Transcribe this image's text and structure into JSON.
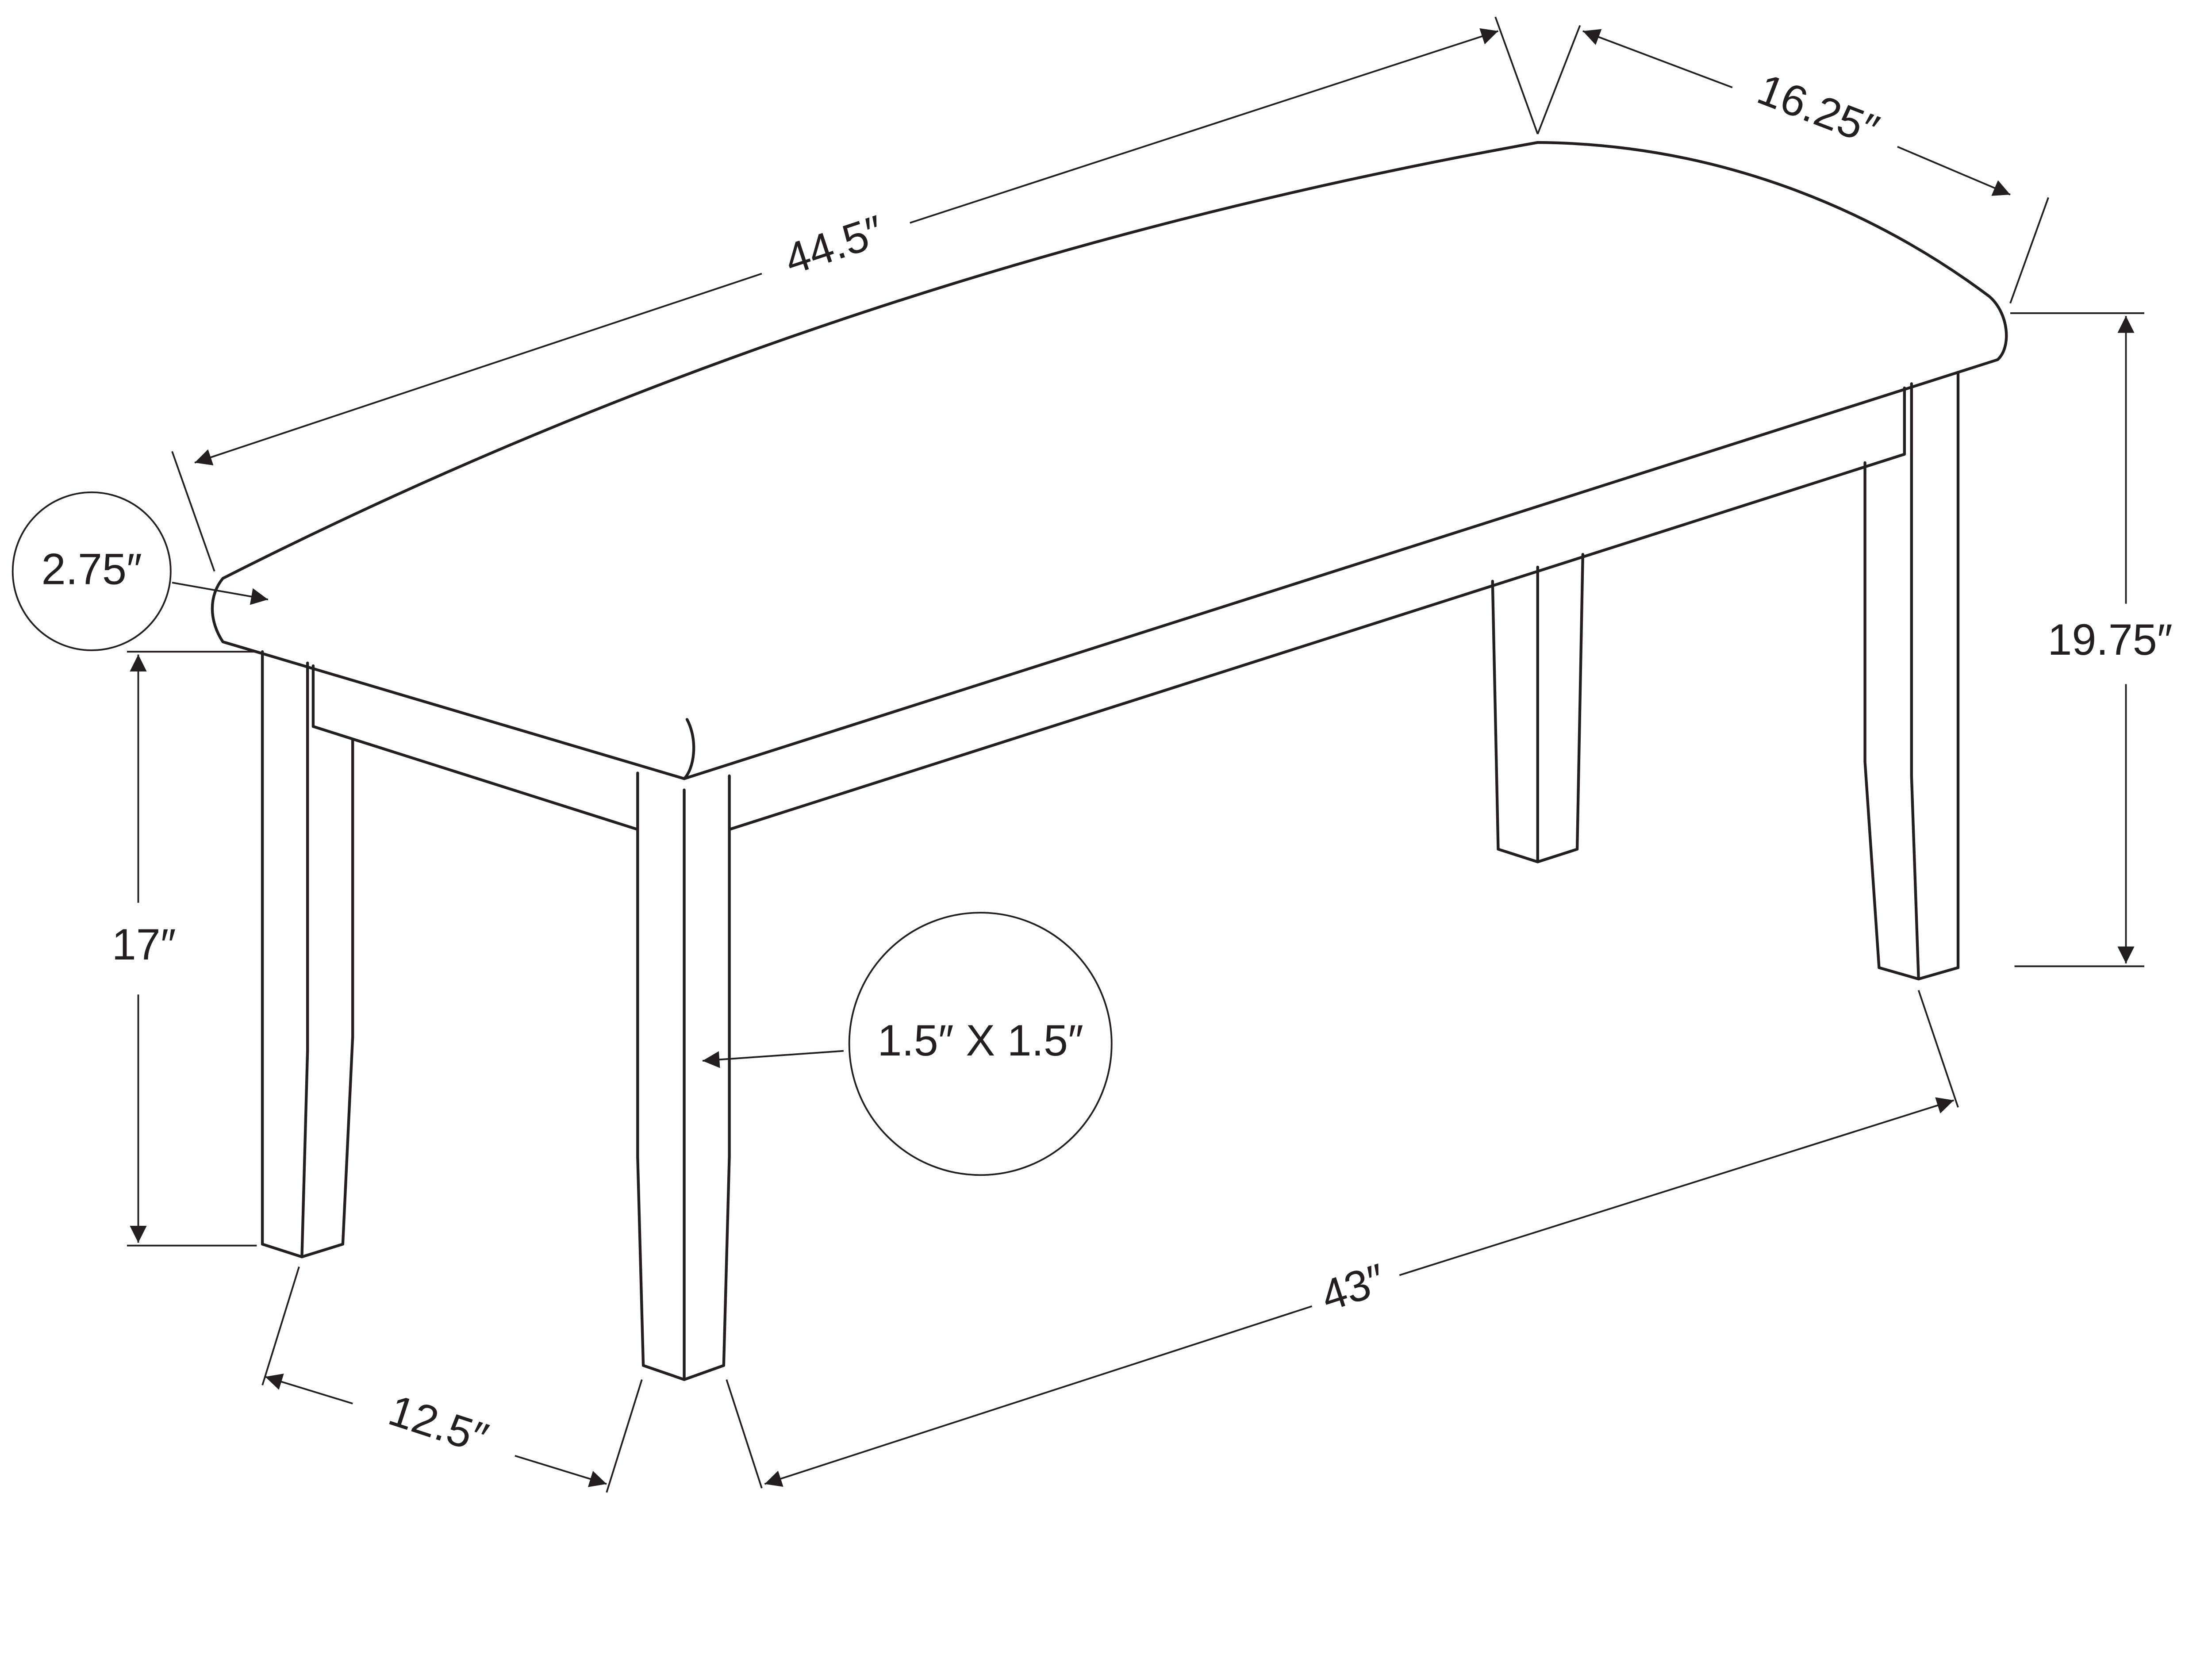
{
  "diagram": {
    "subject": "bench",
    "line_color": "#231f20",
    "dimensions": {
      "length_top": "44.5″",
      "depth_top": "16.25″",
      "total_height": "19.75″",
      "seat_thickness": "2.75″",
      "clearance_height": "17″",
      "leg_size": "1.5″ X 1.5″",
      "leg_span_length": "43″",
      "leg_span_depth": "12.5″"
    }
  }
}
